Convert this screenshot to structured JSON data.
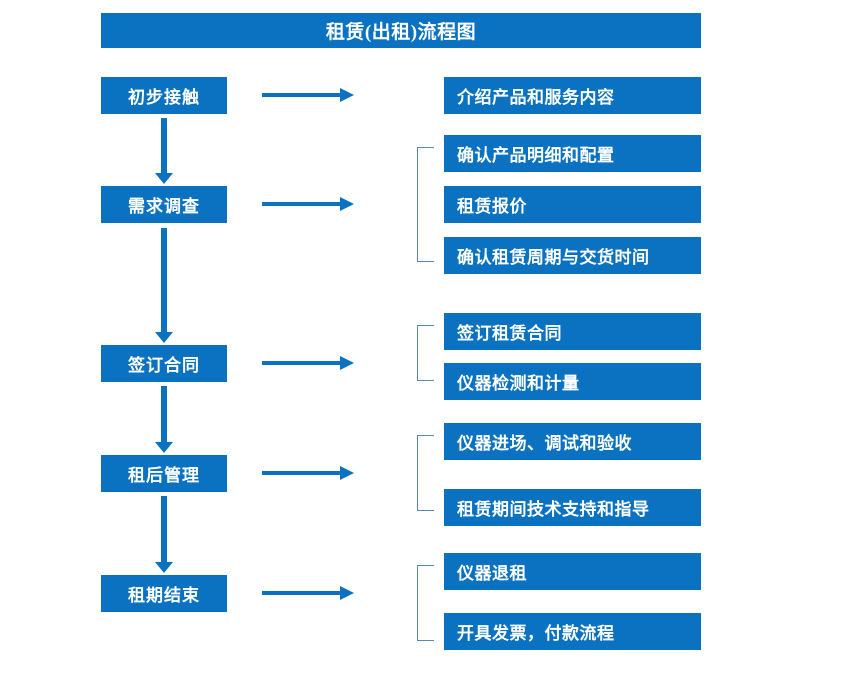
{
  "diagram": {
    "title": "租赁(出租)流程图",
    "accent_color": "#0a72c0",
    "bracket_color": "#5b84b1",
    "background_color": "#ffffff",
    "text_color": "#ffffff",
    "stages": [
      {
        "label": "初步接触"
      },
      {
        "label": "需求调查"
      },
      {
        "label": "签订合同"
      },
      {
        "label": "租后管理"
      },
      {
        "label": "租期结束"
      }
    ],
    "details": [
      {
        "label": "介绍产品和服务内容"
      },
      {
        "label": "确认产品明细和配置"
      },
      {
        "label": "租赁报价"
      },
      {
        "label": "确认租赁周期与交货时间"
      },
      {
        "label": "签订租赁合同"
      },
      {
        "label": "仪器检测和计量"
      },
      {
        "label": "仪器进场、调试和验收"
      },
      {
        "label": "租赁期间技术支持和指导"
      },
      {
        "label": "仪器退租"
      },
      {
        "label": "开具发票，付款流程"
      }
    ],
    "icons": {
      "flow_arrow": "right-arrow-icon",
      "next_stage_arrow": "down-arrow-icon",
      "group_bracket": "bracket-icon"
    }
  }
}
